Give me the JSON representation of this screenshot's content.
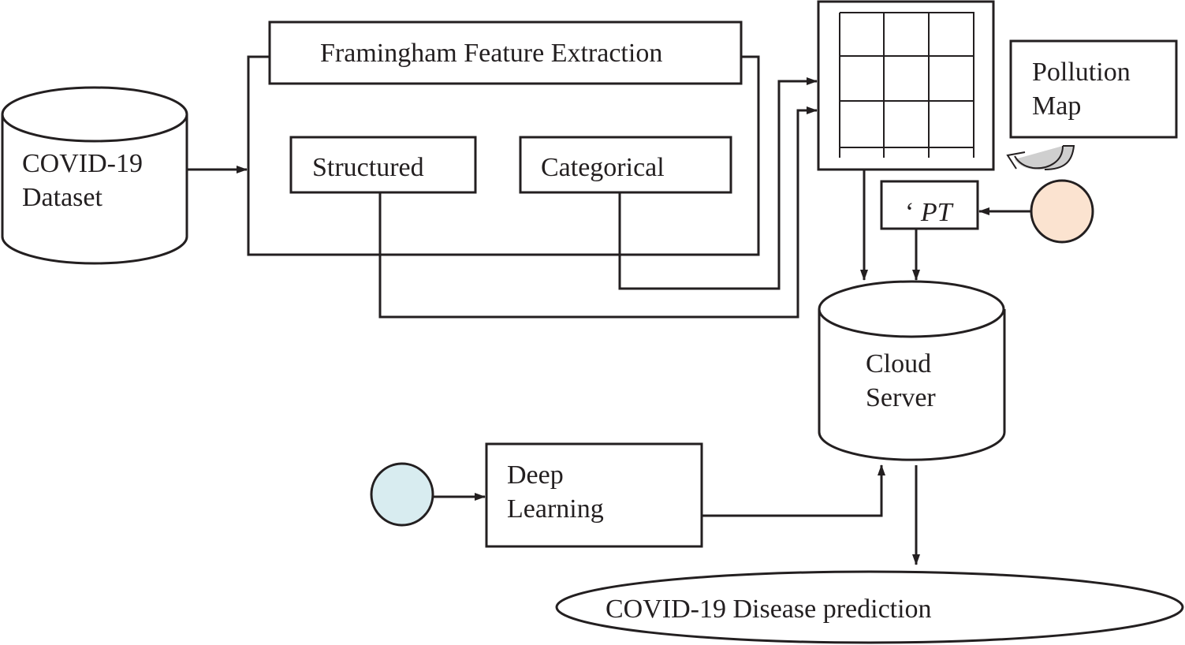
{
  "nodes": {
    "dataset": [
      "COVID-19",
      "Dataset"
    ],
    "feature_extraction": "Framingham Feature Extraction",
    "structured": "Structured",
    "categorical": "Categorical",
    "pollution_map": [
      "Pollution",
      "Map"
    ],
    "pt": {
      "prefix": "‘",
      "text": "PT"
    },
    "cloud_server": [
      "Cloud",
      "Server"
    ],
    "deep_learning": [
      "Deep",
      "Learning"
    ],
    "prediction": "COVID-19 Disease prediction"
  },
  "colors": {
    "stroke": "#231f20",
    "pt_source_fill": "#fbe3d0",
    "dl_source_fill": "#d8ecf0",
    "curl_arrow_fill": "#cfcfcf"
  }
}
